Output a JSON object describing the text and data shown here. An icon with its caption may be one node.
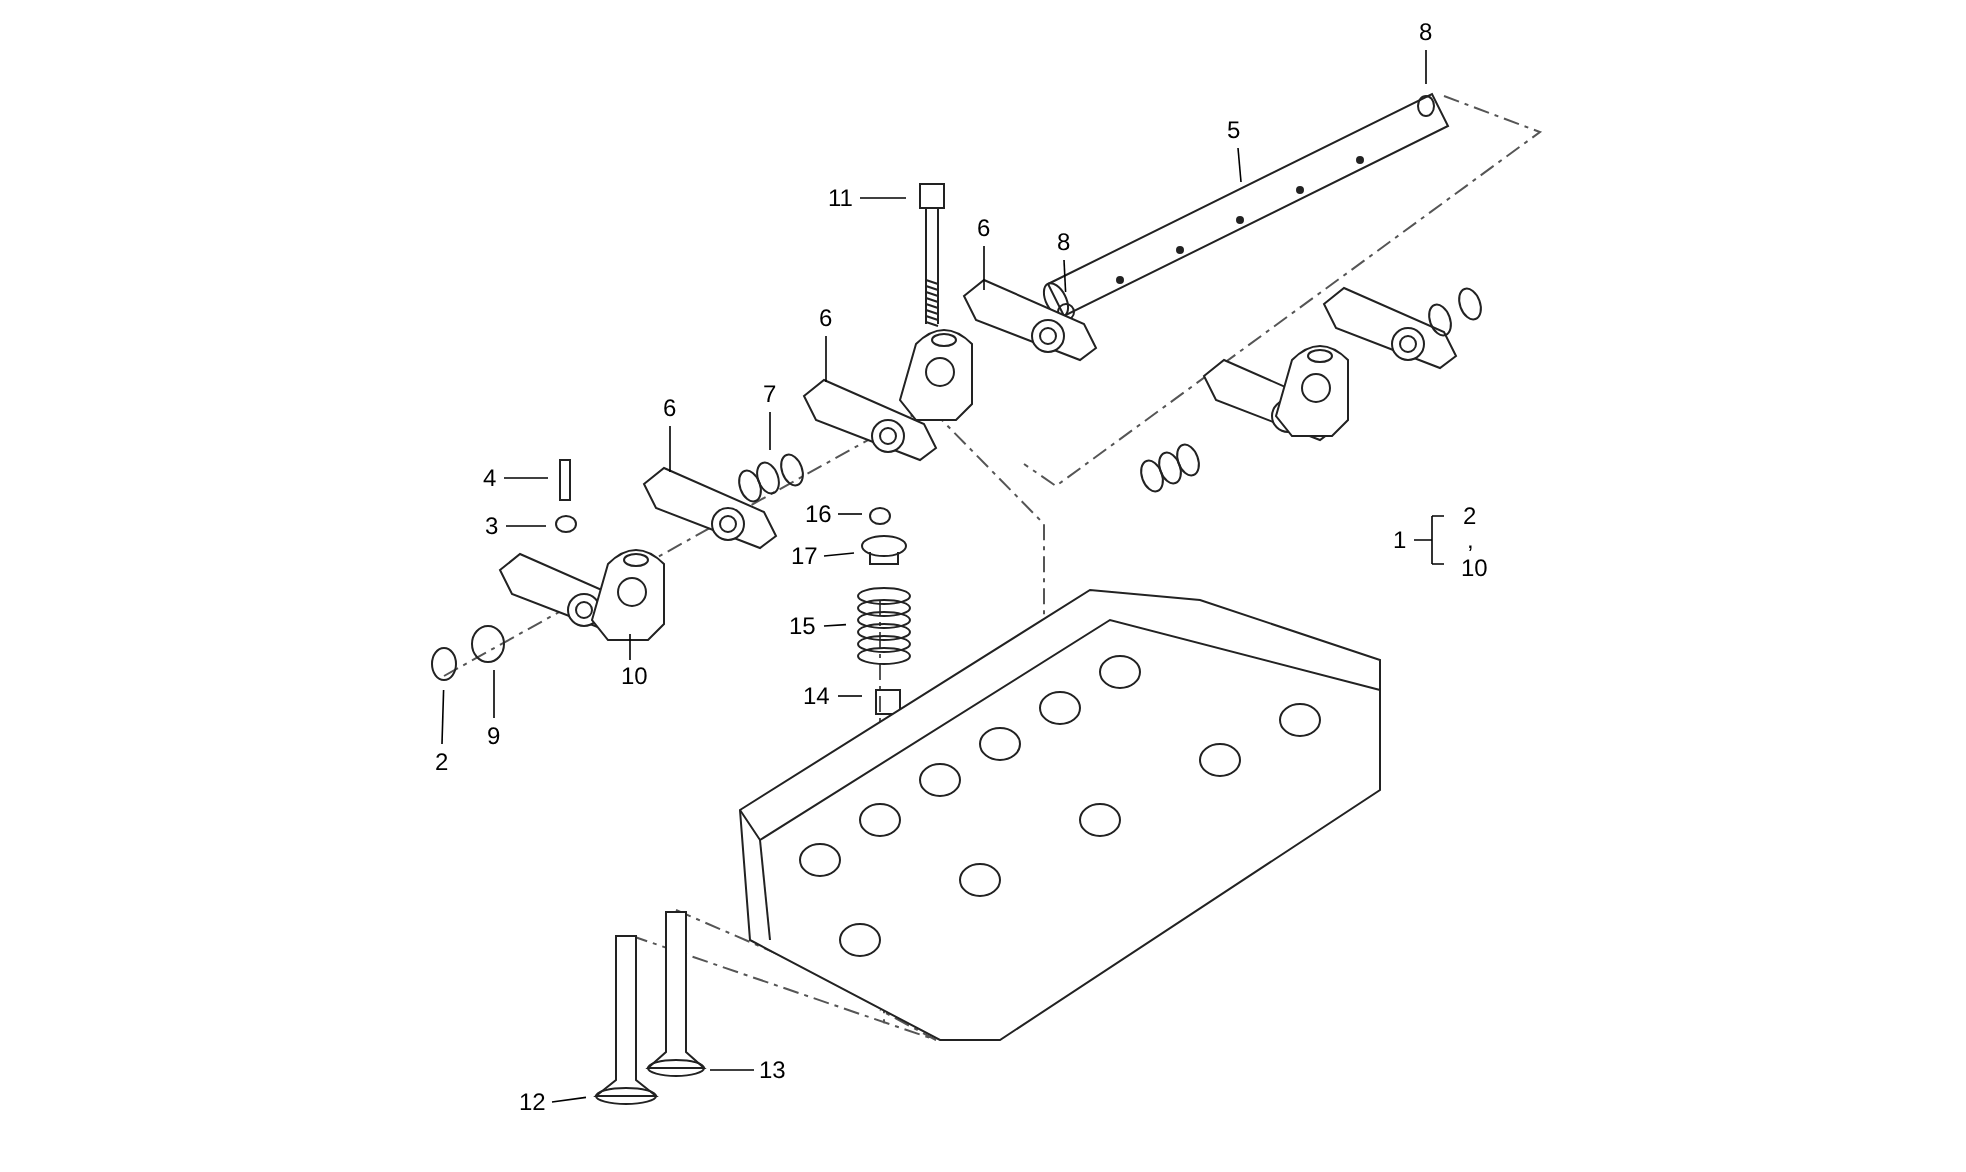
{
  "diagram": {
    "nodes": [
      {
        "text": [
          "8"
        ]
      },
      {
        "text": [
          "5"
        ]
      },
      {
        "text": [
          "11"
        ]
      },
      {
        "text": [
          "6"
        ]
      },
      {
        "text": [
          "8"
        ]
      },
      {
        "text": [
          "6"
        ]
      },
      {
        "text": [
          "7"
        ]
      },
      {
        "text": [
          "6"
        ]
      },
      {
        "text": [
          "4"
        ]
      },
      {
        "text": [
          "3"
        ]
      },
      {
        "text": [
          "16"
        ]
      },
      {
        "text": [
          "17"
        ]
      },
      {
        "text": [
          "10"
        ]
      },
      {
        "text": [
          "15"
        ]
      },
      {
        "text": [
          "14"
        ]
      },
      {
        "text": [
          "9"
        ]
      },
      {
        "text": [
          "2"
        ]
      },
      {
        "text": [
          "13"
        ]
      },
      {
        "text": [
          "12"
        ]
      }
    ],
    "edges": [
      {
        "from": 0,
        "to": null,
        "arrow": "none"
      },
      {
        "from": 1,
        "to": null,
        "arrow": "none"
      },
      {
        "from": 2,
        "to": null,
        "arrow": "none"
      },
      {
        "from": 3,
        "to": null,
        "arrow": "none"
      },
      {
        "from": 4,
        "to": null,
        "arrow": "none"
      },
      {
        "from": 5,
        "to": null,
        "arrow": "none"
      },
      {
        "from": 6,
        "to": null,
        "arrow": "none"
      },
      {
        "from": 7,
        "to": null,
        "arrow": "none"
      },
      {
        "from": 8,
        "to": null,
        "arrow": "none"
      },
      {
        "from": 9,
        "to": null,
        "arrow": "none"
      },
      {
        "from": 10,
        "to": null,
        "arrow": "none"
      },
      {
        "from": 11,
        "to": null,
        "arrow": "none"
      },
      {
        "from": 12,
        "to": null,
        "arrow": "none"
      },
      {
        "from": 13,
        "to": null,
        "arrow": "none"
      },
      {
        "from": 14,
        "to": null,
        "arrow": "none"
      },
      {
        "from": 15,
        "to": null,
        "arrow": "none"
      },
      {
        "from": 16,
        "to": null,
        "arrow": "none"
      },
      {
        "from": 17,
        "to": null,
        "arrow": "none"
      },
      {
        "from": 18,
        "to": null,
        "arrow": "none"
      }
    ],
    "labels": [
      "1",
      "2",
      ",",
      "10"
    ]
  }
}
